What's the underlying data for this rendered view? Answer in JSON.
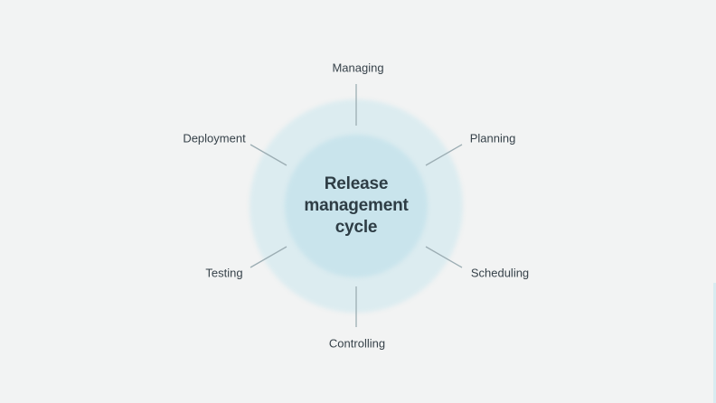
{
  "diagram": {
    "title": "Release management cycle",
    "center_lines": [
      "Release",
      "management",
      "cycle"
    ],
    "nodes": [
      {
        "id": "managing",
        "label": "Managing",
        "position": "top"
      },
      {
        "id": "planning",
        "label": "Planning",
        "position": "upper-right"
      },
      {
        "id": "scheduling",
        "label": "Scheduling",
        "position": "lower-right"
      },
      {
        "id": "controlling",
        "label": "Controlling",
        "position": "bottom"
      },
      {
        "id": "testing",
        "label": "Testing",
        "position": "lower-left"
      },
      {
        "id": "deployment",
        "label": "Deployment",
        "position": "upper-left"
      }
    ],
    "colors": {
      "background": "#f2f3f3",
      "outer_circle": "#dcecf0",
      "inner_circle": "#c9e4ec",
      "spoke": "#9cadb3",
      "center_text": "#2e3d45",
      "label_text": "#37424a"
    }
  }
}
